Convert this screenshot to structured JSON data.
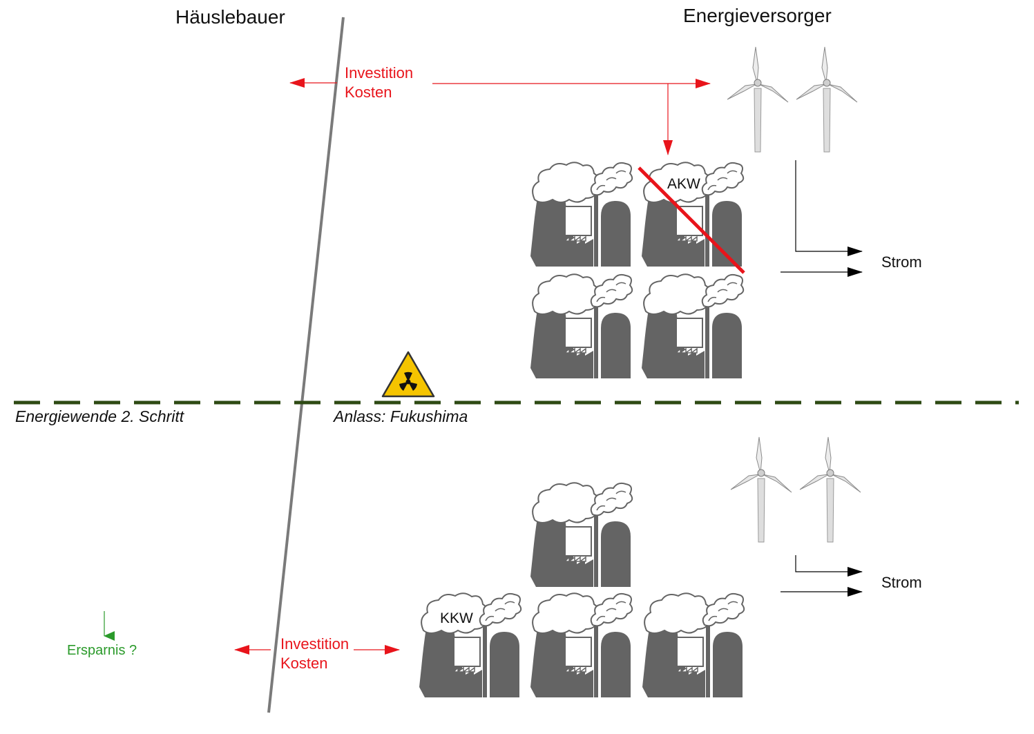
{
  "headers": {
    "left": "Häuslebauer",
    "right": "Energieversorger"
  },
  "top": {
    "investment_line1": "Investition",
    "investment_line2": "Kosten",
    "akw_label": "AKW",
    "output_label": "Strom"
  },
  "divider": {
    "left_label": "Energiewende 2. Schritt",
    "center_label": "Anlass: Fukushima"
  },
  "bottom": {
    "investment_line1": "Investition",
    "investment_line2": "Kosten",
    "kkw_label": "KKW",
    "output_label": "Strom",
    "savings_label": "Ersparnis ?"
  },
  "colors": {
    "arrow_red": "#e8141b",
    "arrow_green": "#2a9a2a",
    "divider_dash": "#2e4a14",
    "plant_gray": "#646464",
    "separator_gray": "#7a7a7a",
    "hazard_yellow": "#f5c400"
  },
  "icons": {
    "plant": "power-plant-icon",
    "turbine": "wind-turbine-icon",
    "hazard": "radiation-warning-icon"
  }
}
